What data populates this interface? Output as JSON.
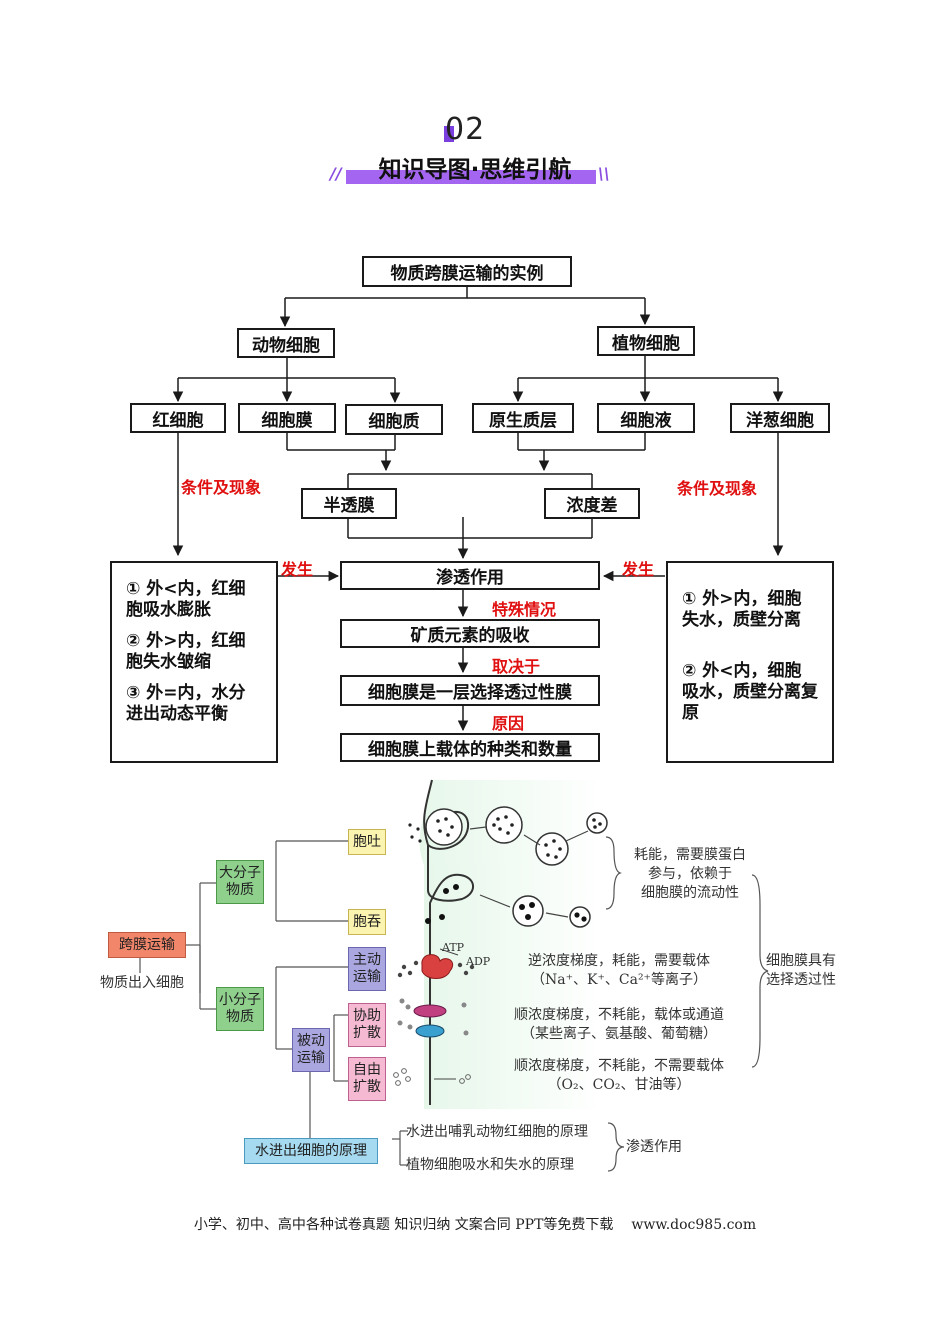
{
  "header": {
    "section_number": "02",
    "title": "知识导图·思维引航"
  },
  "flowchart": {
    "root": "物质跨膜运输的实例",
    "animal": "动物细胞",
    "plant": "植物细胞",
    "red_cell": "红细胞",
    "cell_membrane": "细胞膜",
    "cytoplasm": "细胞质",
    "protoplast_layer": "原生质层",
    "cell_sap": "细胞液",
    "onion_cell": "洋葱细胞",
    "semi_membrane": "半透膜",
    "conc_diff": "浓度差",
    "osmosis": "渗透作用",
    "mineral": "矿质元素的吸收",
    "selective": "细胞膜是一层选择透过性膜",
    "carrier": "细胞膜上载体的种类和数量",
    "label_cond_left": "条件及现象",
    "label_cond_right": "条件及现象",
    "label_occur_left": "发生",
    "label_occur_right": "发生",
    "label_special": "特殊情况",
    "label_depends": "取决于",
    "label_reason": "原因",
    "left_box": [
      "① 外<内，红细胞吸水膨胀",
      "② 外>内，红细胞失水皱缩",
      "③ 外=内，水分进出动态平衡"
    ],
    "right_box": [
      "① 外>内，细胞失水，质壁分离",
      "② 外<内，细胞吸水，质壁分离复原"
    ]
  },
  "diagram": {
    "transmembrane": "跨膜运输",
    "in_out": "物质出入细胞",
    "macro": "大分子物质",
    "small": "小分子物质",
    "exocytosis": "胞吐",
    "endocytosis": "胞吞",
    "active": "主动运输",
    "passive": "被动运输",
    "facilitated": "协助扩散",
    "free": "自由扩散",
    "water_principle": "水进出细胞的原理",
    "water_rbc": "水进出哺乳动物红细胞的原理",
    "water_plant": "植物细胞吸水和失水的原理",
    "osmosis": "渗透作用",
    "atp": "ATP",
    "adp": "ADP",
    "note_bulk": [
      "耗能，需要膜蛋白",
      "参与，依赖于",
      "细胞膜的流动性"
    ],
    "note_active_1": "逆浓度梯度，耗能，需要载体",
    "note_active_2": "（Na⁺、K⁺、Ca²⁺等离子）",
    "note_facil_1": "顺浓度梯度，不耗能，载体或通道",
    "note_facil_2": "（某些离子、氨基酸、葡萄糖）",
    "note_free_1": "顺浓度梯度，不耗能，不需要载体",
    "note_free_2": "（O₂、CO₂、甘油等）",
    "selective_note": [
      "细胞膜具有",
      "选择透过性"
    ]
  },
  "footer": {
    "text": "小学、初中、高中各种试卷真题  知识归纳  文案合同  PPT等免费下载",
    "site": "www.doc985.com"
  },
  "colors": {
    "accent_purple": "#a466f0",
    "label_red": "#e01010"
  }
}
